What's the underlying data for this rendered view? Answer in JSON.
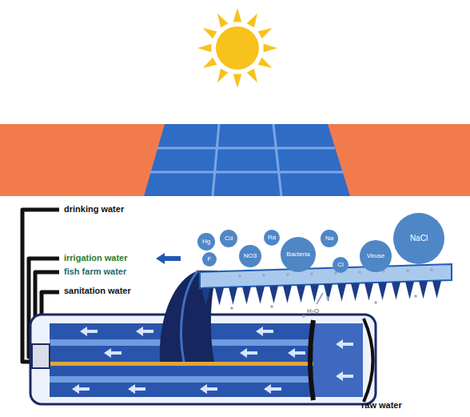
{
  "diagram": {
    "nodes": [
      {
        "text": [
          "Hg"
        ]
      },
      {
        "text": [
          "Cd"
        ]
      },
      {
        "text": [
          "Ra"
        ]
      },
      {
        "text": [
          "Na"
        ]
      },
      {
        "text": [
          "NaCl"
        ]
      },
      {
        "text": [
          "F"
        ]
      },
      {
        "text": [
          "NO3"
        ]
      },
      {
        "text": [
          "Bacteria"
        ]
      },
      {
        "text": [
          "Cl"
        ]
      },
      {
        "text": [
          "Viruse"
        ]
      }
    ],
    "labels": [
      "drinking water",
      "irrigation water",
      "fish farm water",
      "sanitation water",
      "H₂O",
      "raw water"
    ]
  }
}
